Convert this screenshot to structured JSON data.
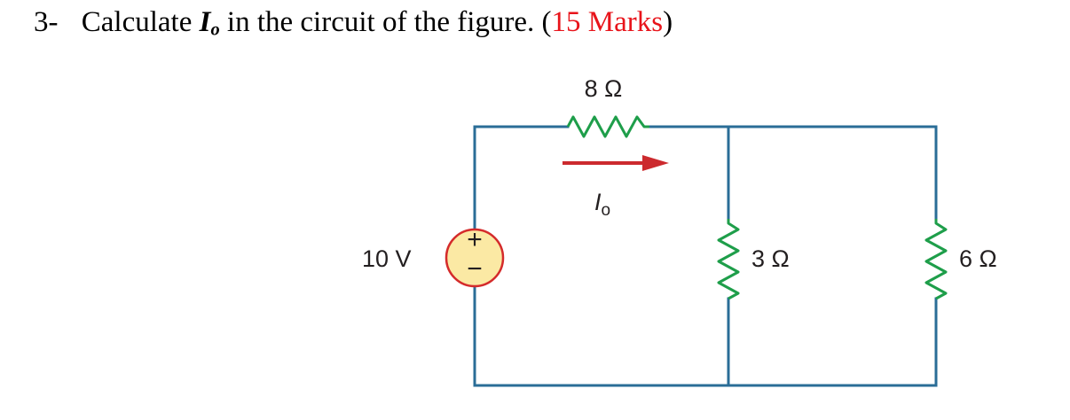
{
  "question": {
    "number": "3-",
    "text_before": "Calculate",
    "variable": "I",
    "variable_subscript": "o",
    "text_after": "in the circuit of the figure.",
    "marks_open": "(",
    "marks": "15 Marks",
    "marks_close": ")"
  },
  "circuit": {
    "source_label": "10 V",
    "source_plus": "+",
    "source_minus": "−",
    "r_series_label": "8 Ω",
    "r_mid_label": "3 Ω",
    "r_right_label": "6 Ω",
    "current_symbol": "I",
    "current_subscript": "o"
  },
  "colors": {
    "wire": "#2a6d97",
    "resistor": "#1e9e4a",
    "arrow": "#cc2a2e",
    "source_fill": "#fbe9a4",
    "source_stroke": "#d42b2b",
    "marks": "#e8141b"
  }
}
